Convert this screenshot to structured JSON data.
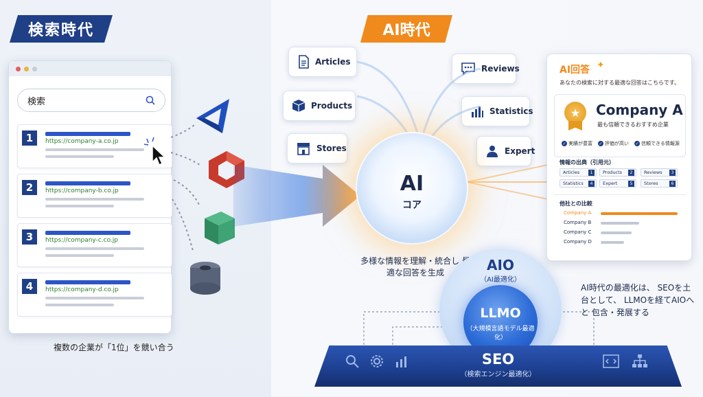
{
  "left": {
    "era_label": "検索時代",
    "search_label": "検索",
    "results": [
      {
        "rank": "1",
        "url": "https://company-a.co.jp"
      },
      {
        "rank": "2",
        "url": "https://company-b.co.jp"
      },
      {
        "rank": "3",
        "url": "https://company-c.co.jp"
      },
      {
        "rank": "4",
        "url": "https://company-d.co.jp"
      }
    ],
    "caption": "複数の企業が「1位」を競い合う"
  },
  "right": {
    "era_label": "AI時代",
    "sources": [
      {
        "label": "Articles",
        "icon": "document-icon"
      },
      {
        "label": "Products",
        "icon": "box-icon"
      },
      {
        "label": "Stores",
        "icon": "store-icon"
      },
      {
        "label": "Reviews",
        "icon": "chat-icon"
      },
      {
        "label": "Statistics",
        "icon": "bar-chart-icon"
      },
      {
        "label": "Expert",
        "icon": "person-icon"
      }
    ],
    "core": {
      "title": "AI",
      "subtitle": "コア"
    },
    "core_caption": "多様な情報を理解・統合し 最適な回答を生成",
    "aio": {
      "title": "AIO",
      "subtitle": "（AI最適化）"
    },
    "llmo": {
      "title": "LLMO",
      "subtitle": "（大規模言語モデル最適化）"
    },
    "seo": {
      "title": "SEO",
      "subtitle": "（検索エンジン最適化）"
    },
    "caption": "AI時代の最適化は、 SEOを土台として、 LLMOを経てAIOへと 包含・発展する"
  },
  "answer_panel": {
    "title": "AI回答",
    "description": "あなたの検索に対する最適な回答はこちらです。",
    "company_name": "Company A",
    "company_tagline": "最も信頼できるおすすめ企業",
    "checks": [
      "実績が豊富",
      "評価が高い",
      "信頼できる情報源"
    ],
    "sources_title": "情報の出典（引用元）",
    "source_tags": [
      {
        "label": "Articles",
        "num": "1"
      },
      {
        "label": "Products",
        "num": "2"
      },
      {
        "label": "Reviews",
        "num": "3"
      },
      {
        "label": "Statistics",
        "num": "4"
      },
      {
        "label": "Expert",
        "num": "5"
      },
      {
        "label": "Stores",
        "num": "6"
      }
    ],
    "compare_title": "他社との比較",
    "compare": [
      {
        "label": "Company A",
        "value": 1.0,
        "color": "#f08a1c"
      },
      {
        "label": "Company B",
        "value": 0.5,
        "color": "#c2c8d3"
      },
      {
        "label": "Company C",
        "value": 0.4,
        "color": "#c2c8d3"
      },
      {
        "label": "Company D",
        "value": 0.3,
        "color": "#c2c8d3"
      }
    ]
  },
  "colors": {
    "navy": "#1f3f86",
    "orange": "#f08a1c"
  }
}
